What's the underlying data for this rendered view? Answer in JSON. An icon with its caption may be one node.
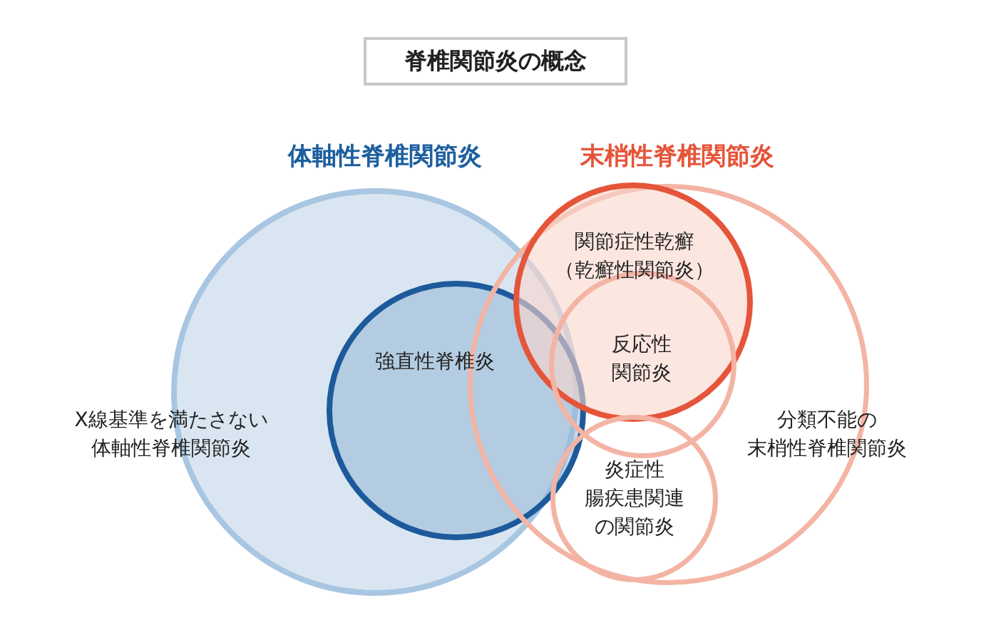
{
  "diagram": {
    "title": "脊椎関節炎の概念",
    "nodes": [
      {
        "text": [
          "体軸性脊椎関節炎",
          "X線基準を満たさない体軸性脊椎関節炎"
        ]
      },
      {
        "text": [
          "強直性脊椎炎"
        ],
        "in": 0
      },
      {
        "text": [
          "末梢性脊椎関節炎",
          "分類不能の末梢性脊椎関節炎"
        ]
      },
      {
        "text": [
          "関節症性乾癬（乾癬性関節炎）"
        ],
        "in": 2
      },
      {
        "text": [
          "反応性関節炎"
        ],
        "in": 2
      },
      {
        "text": [
          "炎症性腸疾患関連の関節炎"
        ],
        "in": 2
      }
    ]
  }
}
